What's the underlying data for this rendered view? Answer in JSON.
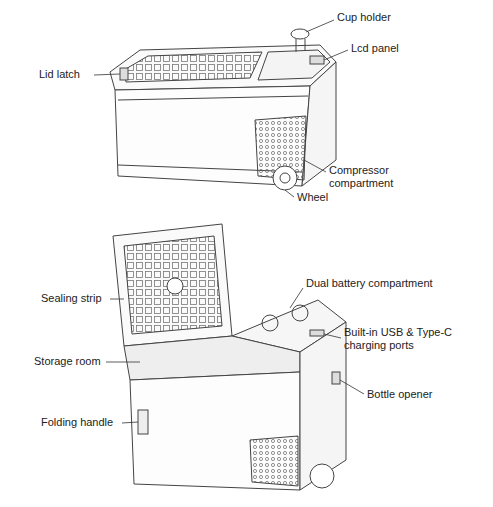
{
  "diagram": {
    "labels": [
      "Cup holder",
      "Lcd panel",
      "Lid latch",
      "Compressor compartment",
      "Wheel",
      "Dual battery compartment",
      "Sealing strip",
      "Built-in USB & Type-C charging ports",
      "Storage room",
      "Bottle opener",
      "Folding handle"
    ]
  }
}
